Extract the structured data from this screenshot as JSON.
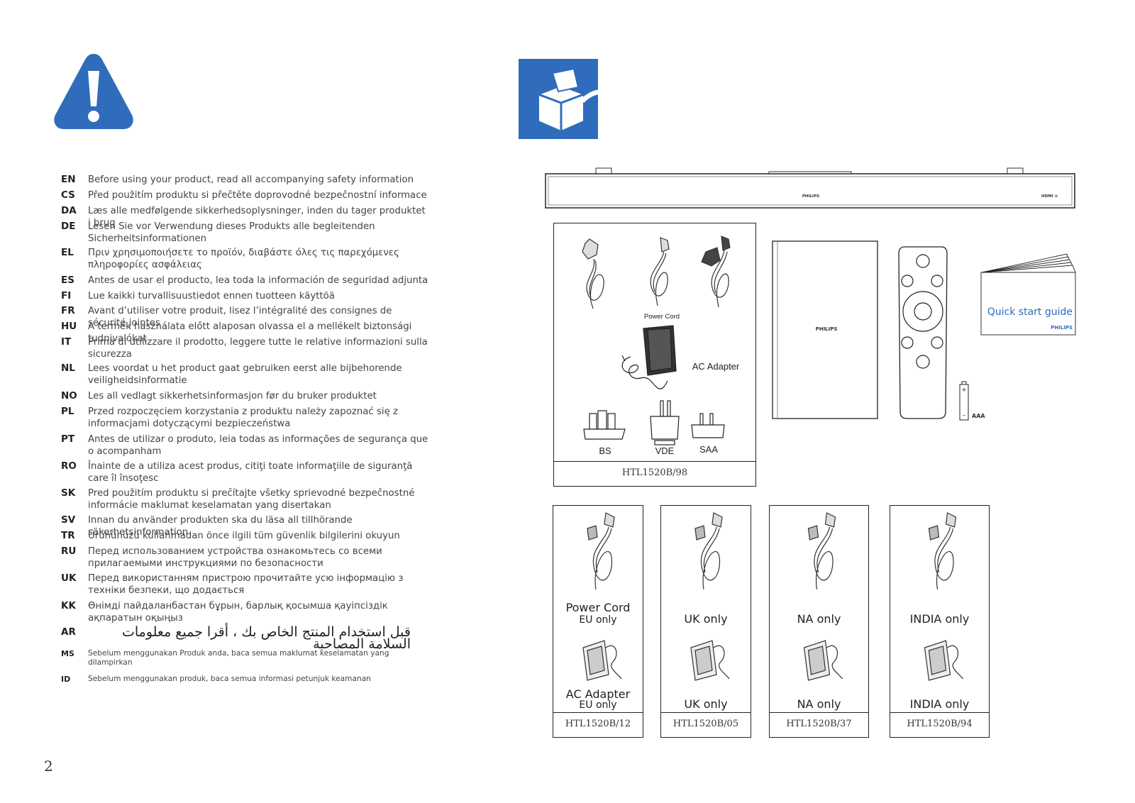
{
  "languages": [
    {
      "code": "EN",
      "text": "Before using your product, read all accompanying safety information"
    },
    {
      "code": "CS",
      "text": "Před použitím produktu si přečtěte doprovodné bezpečnostní informace"
    },
    {
      "code": "DA",
      "text": "Læs alle medfølgende sikkerhedsoplysninger, inden du tager produktet i brug"
    },
    {
      "code": "DE",
      "text": "Lesen Sie vor Verwendung dieses Produkts alle begleitenden Sicherheitsinformationen"
    },
    {
      "code": "EL",
      "text": "Πριν χρησιμοποιήσετε το προϊόν, διαβάστε όλες τις παρεχόμενες πληροφορίες ασφάλειας"
    },
    {
      "code": "ES",
      "text": "Antes de usar el producto, lea toda la información de seguridad adjunta"
    },
    {
      "code": "FI",
      "text": "Lue kaikki turvallisuustiedot ennen tuotteen käyttöä"
    },
    {
      "code": "FR",
      "text": "Avant d’utiliser votre produit, lisez l’intégralité des consignes de sécurité jointes"
    },
    {
      "code": "HU",
      "text": "A termék használata előtt alaposan olvassa el a mellékelt biztonsági tudnivalókat"
    },
    {
      "code": "IT",
      "text": "Prima di utilizzare il prodotto, leggere tutte le relative informazioni sulla sicurezza"
    },
    {
      "code": "NL",
      "text": "Lees voordat u het product gaat gebruiken eerst alle bijbehorende veiligheidsinformatie"
    },
    {
      "code": "NO",
      "text": "Les all vedlagt sikkerhetsinformasjon før du bruker produktet"
    },
    {
      "code": "PL",
      "text": "Przed rozpoczęciem korzystania z produktu należy zapoznać się z informacjami dotyczącymi bezpieczeństwa"
    },
    {
      "code": "PT",
      "text": "Antes de utilizar o produto, leia todas as informações de segurança que o acompanham"
    },
    {
      "code": "RO",
      "text": "Înainte de a utiliza acest produs, citiţi toate informaţiile de siguranţă care îl însoţesc"
    },
    {
      "code": "SK",
      "text": "Pred použitím produktu si prečítajte všetky sprievodné bezpečnostné informácie maklumat keselamatan yang disertakan"
    },
    {
      "code": "SV",
      "text": "Innan du använder produkten ska du läsa all tillhörande säkerhetsinformation"
    },
    {
      "code": "TR",
      "text": "Ürününüzü kullanmadan önce ilgili tüm güvenlik bilgilerini okuyun"
    },
    {
      "code": "RU",
      "text": "Перед использованием устройства ознакомьтесь со всеми прилагаемыми инструкциями по безопасности"
    },
    {
      "code": "UK",
      "text": "Перед використанням пристрою прочитайте усю інформацію з техніки безпеки, що додається"
    },
    {
      "code": "KK",
      "text": "Өнімді пайдаланбастан бұрын, барлық қосымша қауіпсіздік ақпаратын оқыңыз"
    },
    {
      "code": "AR",
      "text": "قبل استخدام المنتج الخاص بك ، أقرا جميع معلومات السلامة المصاحبة"
    },
    {
      "code": "MS",
      "text": "Sebelum menggunakan Produk anda, baca semua maklumat keselamatan yang dilampirkan"
    },
    {
      "code": "ID",
      "text": "Sebelum menggunakan produk, baca semua informasi petunjuk keamanan"
    }
  ],
  "page_number": "2",
  "soundbar": {
    "brand": "PHILIPS",
    "port_label": "HDMI ⊙"
  },
  "main_box": {
    "power_cord_label": "Power Cord",
    "ac_adapter_label": "AC Adapter",
    "plugs": [
      "BS",
      "VDE",
      "SAA"
    ],
    "model": "HTL1520B/98"
  },
  "subwoofer_brand": "PHILIPS",
  "battery_label": "AAA",
  "guide": {
    "title": "Quick start guide",
    "brand": "PHILIPS"
  },
  "variants": [
    {
      "cord_title": "Power Cord",
      "cord_sub": "EU only",
      "adapter_title": "AC Adapter",
      "adapter_sub": "EU only",
      "model": "HTL1520B/12"
    },
    {
      "cord_title": "UK only",
      "cord_sub": "",
      "adapter_title": "UK only",
      "adapter_sub": "",
      "model": "HTL1520B/05"
    },
    {
      "cord_title": "NA only",
      "cord_sub": "",
      "adapter_title": "NA only",
      "adapter_sub": "",
      "model": "HTL1520B/37"
    },
    {
      "cord_title": "INDIA only",
      "cord_sub": "",
      "adapter_title": "INDIA only",
      "adapter_sub": "",
      "model": "HTL1520B/94"
    }
  ],
  "colors": {
    "accent_blue": "#2f6cbc"
  }
}
